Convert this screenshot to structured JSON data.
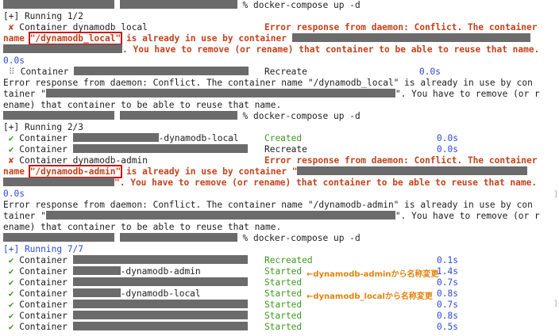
{
  "prompt": {
    "cmd": "% docker-compose up -d"
  },
  "block1": {
    "running": "[+] Running 1/2",
    "row_local": {
      "mark": "✘",
      "label": "Container dynamodb_local"
    },
    "err_head": "Error response from daemon: Conflict. The container",
    "err_l2a": "name ",
    "err_l2name": "\"/dynamodb_local\"",
    "err_l2b": " is already in use by container ",
    "err_l3": ". You have to remove (or rename) that container to be able to reuse that name.",
    "err_l4": "0.0s",
    "row2_label": "Container",
    "row2_status": "Recreate",
    "row2_time": "0.0s",
    "plain1": "Error response from daemon: Conflict. The container name \"/dynamodb_local\" is already in use by con",
    "plain2a": "tainer \"",
    "plain2b": "\". You have to remove (or r",
    "plain3": "ename) that container to be able to reuse that name."
  },
  "block2": {
    "running": "[+] Running 2/3",
    "r1_label": "Container",
    "r1_suffix": "-dynamodb-local",
    "r1_status": "Created",
    "r1_time": "0.0s",
    "r2_label": "Container",
    "r2_status": "Recreate",
    "r2_time": "0.0s",
    "r3_label": "Container dynamodb-admin",
    "err_head": "Error response from daemon: Conflict. The container",
    "err_l2a": "name ",
    "err_l2name": "\"/dynamodb-admin\"",
    "err_l2b": " is already in use by container \"",
    "err_l3": "\". You have to remove (or rename) that container to be able to reuse that name.",
    "err_l4": "0.0s",
    "plain1": "Error response from daemon: Conflict. The container name \"/dynamodb-admin\" is already in use by con",
    "plain2a": "tainer \"",
    "plain2b": "\". You have to remove (or r",
    "plain3": "ename) that container to be able to reuse that name."
  },
  "block3": {
    "running": "[+] Running 7/7",
    "rows": [
      {
        "label": "Container",
        "suffix": "",
        "status": "Recreated",
        "time": "0.1s"
      },
      {
        "label": "Container",
        "suffix": "-dynamodb-admin",
        "status": "Started",
        "time": "1.4s"
      },
      {
        "label": "Container",
        "suffix": "",
        "status": "Started",
        "time": "0.7s"
      },
      {
        "label": "Container",
        "suffix": "-dynamodb-local",
        "status": "Started",
        "time": "0.8s"
      },
      {
        "label": "Container",
        "suffix": "",
        "status": "Started",
        "time": "0.7s"
      },
      {
        "label": "Container",
        "suffix": "",
        "status": "Started",
        "time": "0.8s"
      },
      {
        "label": "Container",
        "suffix": "",
        "status": "Started",
        "time": "0.5s"
      }
    ],
    "ann_admin": "←dynamodb-adminから名称変更",
    "ann_local": "←dynamodb_localから名称変更"
  },
  "colors": {
    "error": "#c4421a",
    "ok": "#3d9a1f",
    "blue": "#2f49d6",
    "annotation": "#e0830c",
    "highlight": "#cc1111"
  }
}
